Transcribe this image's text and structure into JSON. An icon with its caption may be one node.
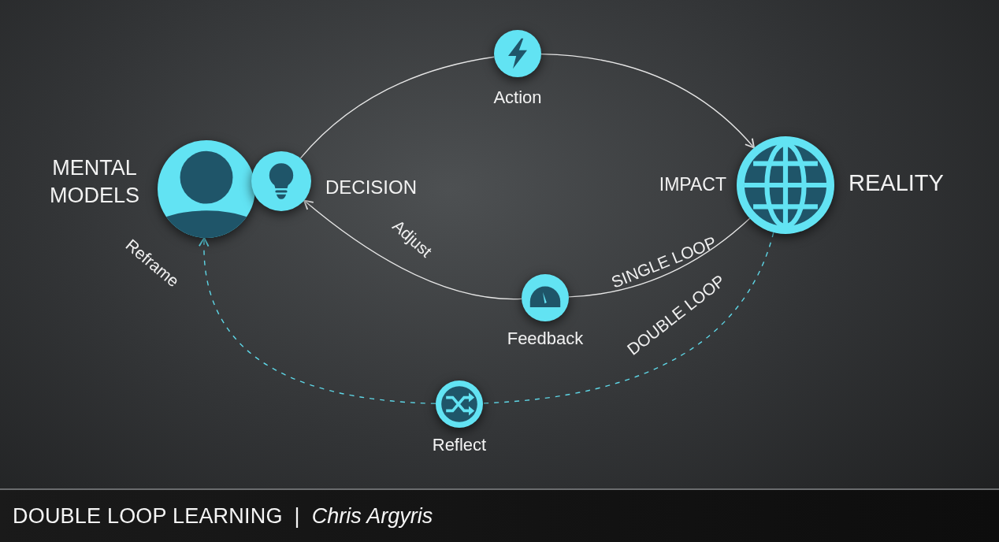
{
  "diagram": {
    "title": "**DOUBLE LOOP LEARNING**  |  *Chris Argyris*",
    "nodes": [
      {
        "text": [
          "MENTAL MODELS"
        ]
      },
      {
        "text": [
          "DECISION"
        ]
      },
      {
        "text": [
          "Action"
        ]
      },
      {
        "text": [
          "IMPACT",
          "REALITY"
        ]
      },
      {
        "text": [
          "Feedback"
        ]
      },
      {
        "text": [
          "Reflect"
        ]
      }
    ],
    "edges": [
      {
        "from": 1,
        "to": 2,
        "arrow": "none"
      },
      {
        "from": 2,
        "to": 3,
        "arrow": "to"
      },
      {
        "from": 3,
        "to": 4,
        "arrow": "none",
        "label": "SINGLE LOOP"
      },
      {
        "from": 4,
        "to": 1,
        "arrow": "to",
        "label": "Adjust"
      },
      {
        "from": 3,
        "to": 5,
        "arrow": "none",
        "label": "DOUBLE LOOP",
        "style": "dashed",
        "color": "#5ed6e6"
      },
      {
        "from": 5,
        "to": 0,
        "arrow": "to",
        "label": "Reframe",
        "style": "dashed",
        "color": "#5ed6e6"
      }
    ]
  }
}
